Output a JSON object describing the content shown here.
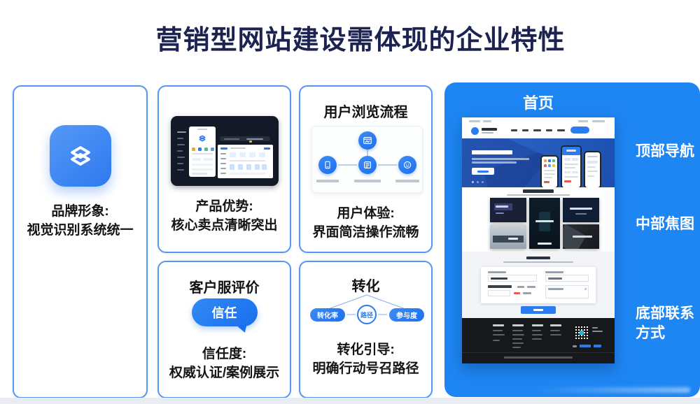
{
  "title": {
    "text": "营销型网站建设需体现的企业特性"
  },
  "cards": {
    "brand": {
      "caption_line1": "品牌形象:",
      "caption_line2": "视觉识别系统统一"
    },
    "product": {
      "caption_line1": "产品优势:",
      "caption_line2": "核心卖点清晰突出"
    },
    "user_flow": {
      "heading": "用户浏览流程",
      "caption_line1": "用户体验:",
      "caption_line2": "界面简洁操作流畅"
    },
    "review": {
      "heading": "客户服评价",
      "bubble_label": "信任",
      "caption_line1": "信任度:",
      "caption_line2": "权威认证/案例展示"
    },
    "conversion": {
      "heading": "转化",
      "node_left": "转化率",
      "node_center": "路径",
      "node_right": "参与度",
      "caption_line1": "转化引导:",
      "caption_line2": "明确行动号召路径"
    }
  },
  "panel": {
    "heading": "首页",
    "label_top": "顶部导航",
    "label_middle": "中部焦图",
    "label_bottom": "底部联系方式"
  },
  "colors": {
    "accent_blue": "#2b7cf0",
    "panel_blue": "#1e86f3",
    "title_navy": "#1c2350",
    "card_border": "#5796f2",
    "dark_footer": "#16181c"
  }
}
